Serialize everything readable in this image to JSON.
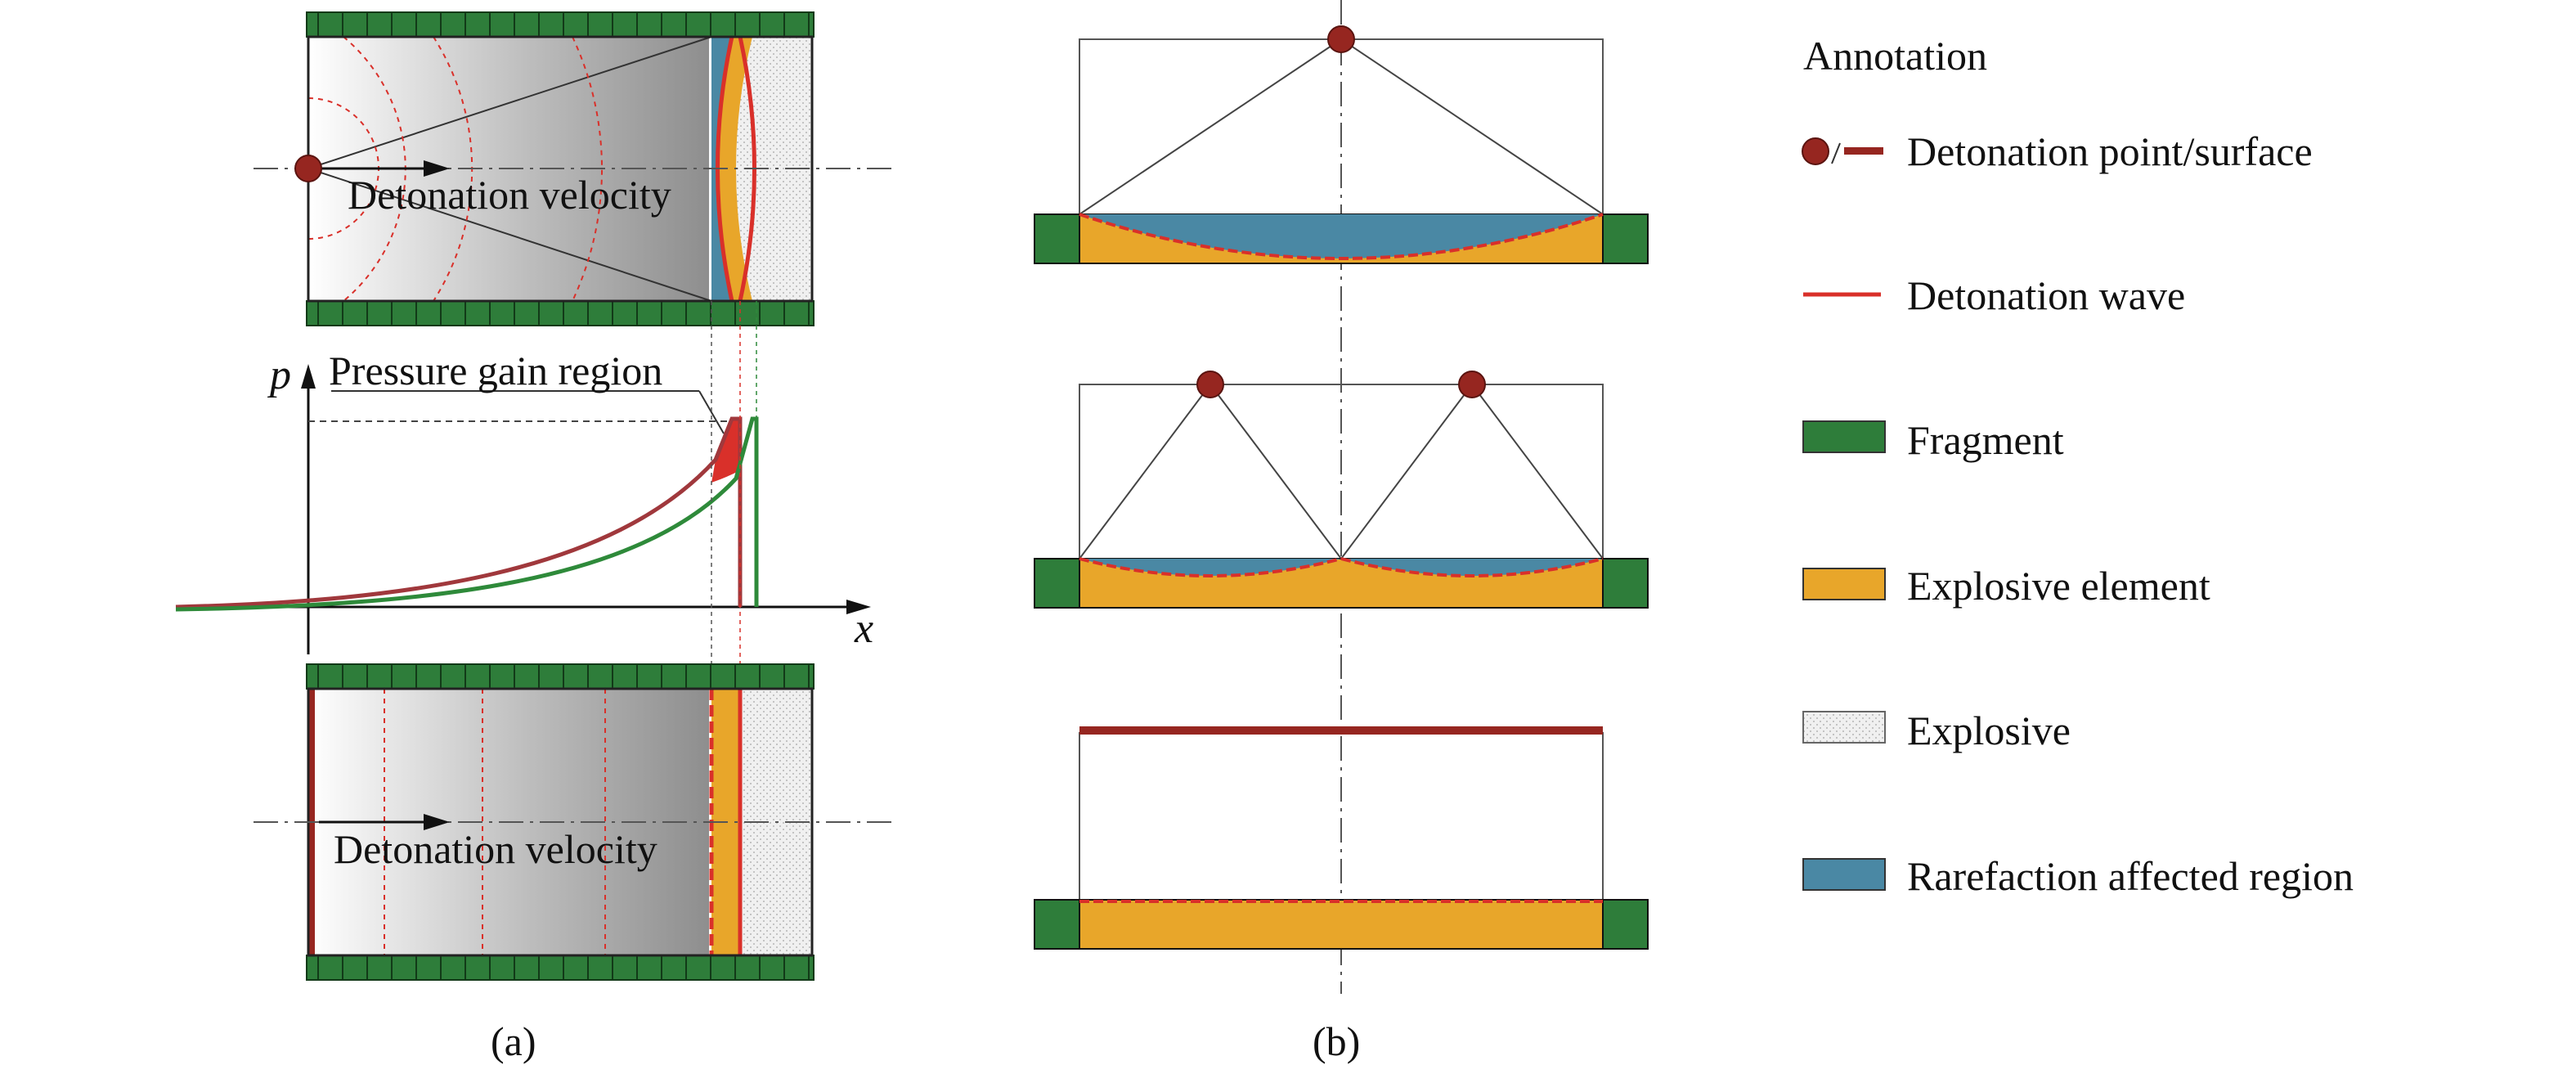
{
  "panel_a": {
    "label_top": "Detonation velocity",
    "label_bottom": "Detonation velocity",
    "pressure_label": "Pressure gain region",
    "axis_y": "p",
    "axis_x": "x",
    "caption": "(a)"
  },
  "panel_b": {
    "caption": "(b)"
  },
  "legend": {
    "title": "Annotation",
    "items": [
      {
        "label": "Detonation point/surface"
      },
      {
        "label": "Detonation wave"
      },
      {
        "label": "Fragment"
      },
      {
        "label": "Explosive element"
      },
      {
        "label": "Explosive"
      },
      {
        "label": "Rarefaction affected region"
      }
    ]
  },
  "colors": {
    "fragment": "#2e7d3a",
    "explosive_element": "#e8a62a",
    "rarefaction": "#4a88a4",
    "detonation_wave": "#d9302a",
    "detonation_point": "#962620",
    "explosive": "#e4e4e4",
    "curve_red": "#a0383c",
    "curve_green": "#2e8a3a"
  }
}
